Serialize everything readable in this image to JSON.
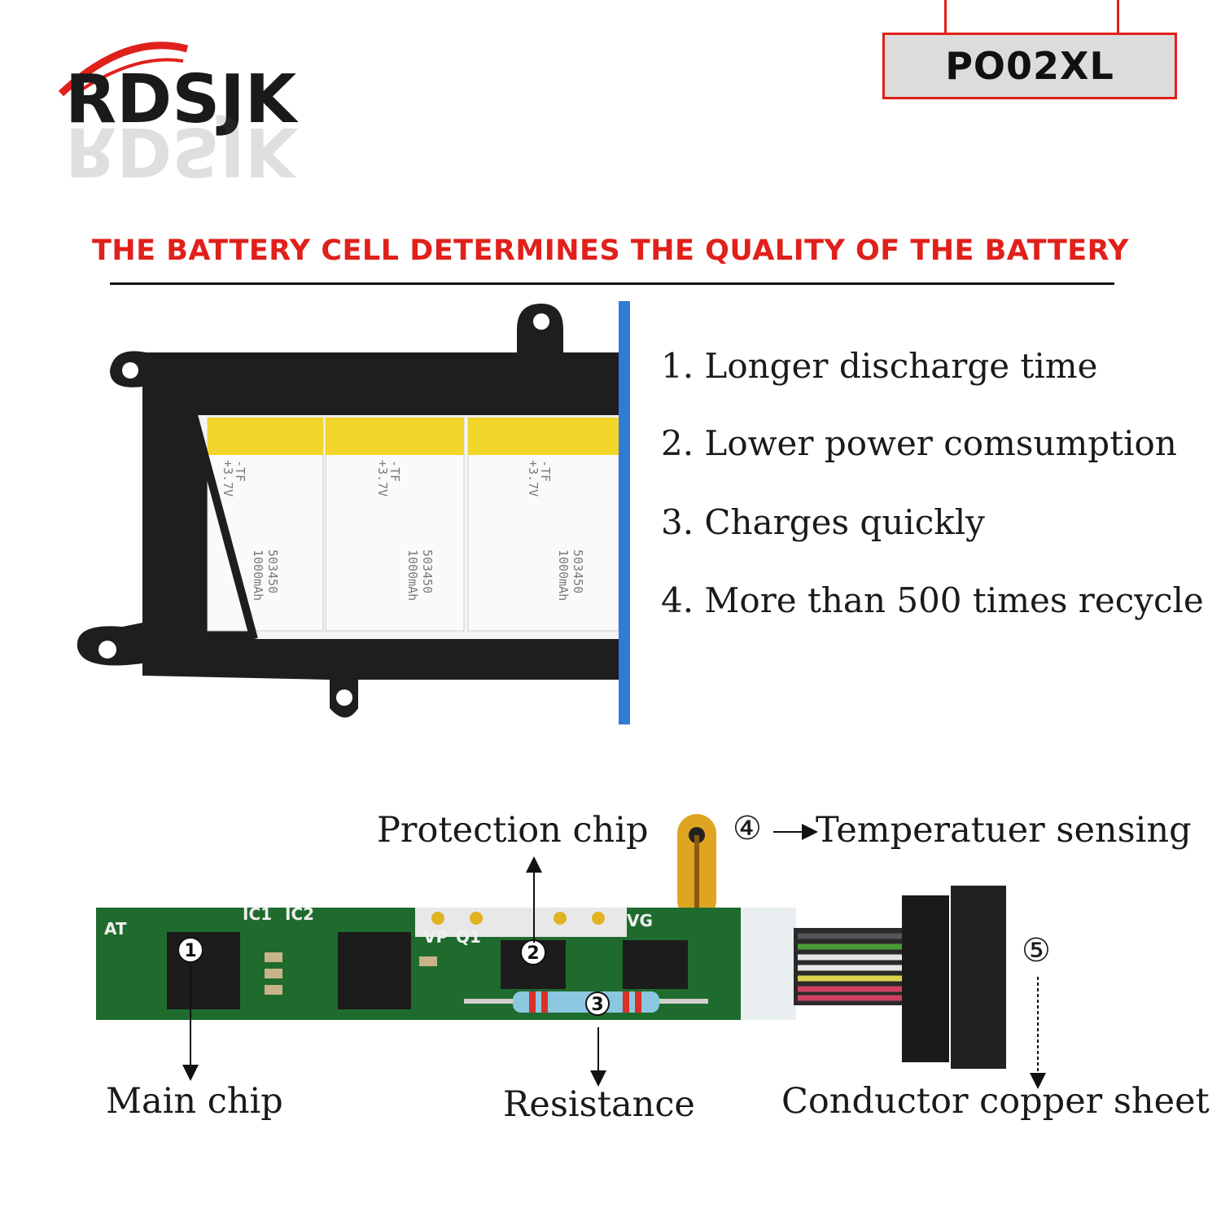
{
  "brand": {
    "logo_text": "RDSJK"
  },
  "model": {
    "code": "PO02XL"
  },
  "headline": "THE BATTERY CELL DETERMINES THE QUALITY OF THE BATTERY",
  "features": [
    "1. Longer discharge time",
    "2. Lower power comsumption",
    "3. Charges quickly",
    "4. More than 500 times recycle"
  ],
  "cells": {
    "label_prefix": "-TF",
    "voltage": "+3.7V",
    "model": "503450",
    "capacity": "1000mAh"
  },
  "board": {
    "silkscreen": [
      "AT",
      "IC1",
      "IC2",
      "VP",
      "Q1",
      "VG"
    ],
    "markers": [
      "1",
      "2",
      "3",
      "④",
      "⑤"
    ]
  },
  "callouts": {
    "protection_chip": "Protection chip",
    "temperature_marker": "④",
    "temperature_sensing": "Temperatuer sensing",
    "main_chip": "Main chip",
    "resistance": "Resistance",
    "copper_sheet": "Conductor copper sheet",
    "copper_marker": "⑤"
  },
  "colors": {
    "accent_red": "#e0201b",
    "pcb_green": "#1f6b2e",
    "cell_yellow": "#f2d52a",
    "frame_black": "#1e1e1e",
    "edge_blue": "#2f7bd6"
  }
}
